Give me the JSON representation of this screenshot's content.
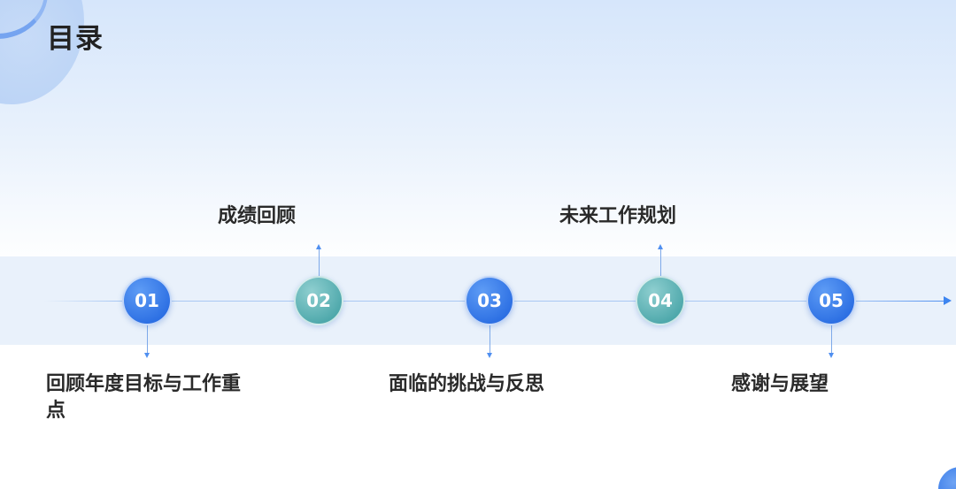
{
  "page": {
    "title": "目录"
  },
  "timeline": {
    "items": [
      {
        "number": "01",
        "label": "回顾年度目标与工作重点"
      },
      {
        "number": "02",
        "label": "成绩回顾"
      },
      {
        "number": "03",
        "label": "面临的挑战与反思"
      },
      {
        "number": "04",
        "label": "未来工作规划"
      },
      {
        "number": "05",
        "label": "感谢与展望"
      }
    ]
  },
  "colors": {
    "title_text": "#222222",
    "node_blue": "#2c6fe3",
    "node_teal": "#4ea8ab",
    "band": "#e9f1fb",
    "accent_line": "#4f8ff0"
  },
  "icons": [
    "timeline-arrow-icon",
    "connector-arrow-icon"
  ]
}
